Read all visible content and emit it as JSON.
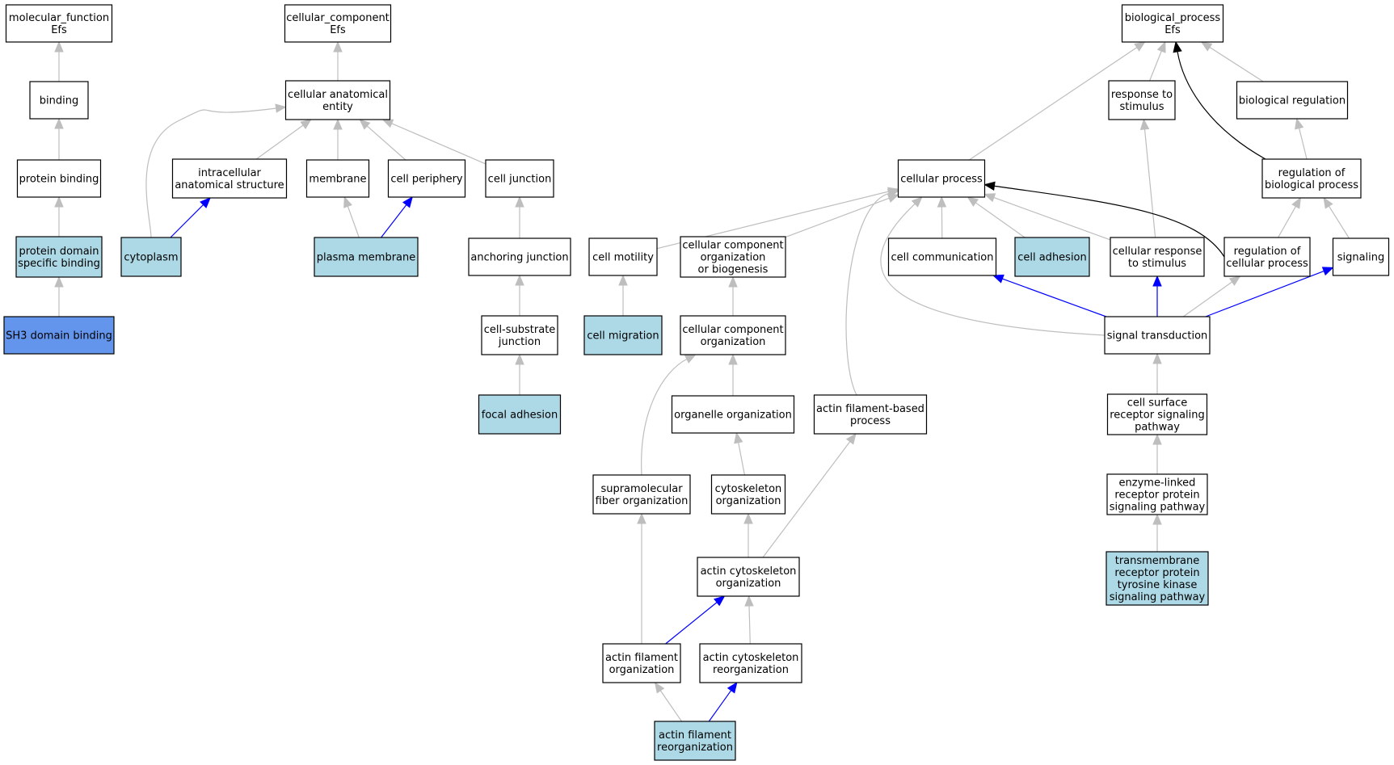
{
  "colors": {
    "default_fill": "#ffffff",
    "highlight_fill": "#add8e6",
    "query_fill": "#6495ed",
    "is_a_edge": "#bebebe",
    "part_of_edge": "#0000ff",
    "regulates_edge": "#000000"
  },
  "nodes": [
    {
      "id": "molecular_function",
      "lines": [
        "molecular_function",
        "Efs"
      ],
      "style": "default"
    },
    {
      "id": "binding",
      "lines": [
        "binding"
      ],
      "style": "default"
    },
    {
      "id": "protein_binding",
      "lines": [
        "protein binding"
      ],
      "style": "default"
    },
    {
      "id": "protein_domain_specific_binding",
      "lines": [
        "protein domain",
        "specific binding"
      ],
      "style": "highlight"
    },
    {
      "id": "sh3_domain_binding",
      "lines": [
        "SH3 domain binding"
      ],
      "style": "query"
    },
    {
      "id": "cellular_component",
      "lines": [
        "cellular_component",
        "Efs"
      ],
      "style": "default"
    },
    {
      "id": "cellular_anatomical_entity",
      "lines": [
        "cellular anatomical",
        "entity"
      ],
      "style": "default"
    },
    {
      "id": "intracellular_anatomical_structure",
      "lines": [
        "intracellular",
        "anatomical structure"
      ],
      "style": "default"
    },
    {
      "id": "membrane",
      "lines": [
        "membrane"
      ],
      "style": "default"
    },
    {
      "id": "cell_periphery",
      "lines": [
        "cell periphery"
      ],
      "style": "default"
    },
    {
      "id": "cell_junction",
      "lines": [
        "cell junction"
      ],
      "style": "default"
    },
    {
      "id": "cytoplasm",
      "lines": [
        "cytoplasm"
      ],
      "style": "highlight"
    },
    {
      "id": "plasma_membrane",
      "lines": [
        "plasma membrane"
      ],
      "style": "highlight"
    },
    {
      "id": "anchoring_junction",
      "lines": [
        "anchoring junction"
      ],
      "style": "default"
    },
    {
      "id": "cell_substrate_junction",
      "lines": [
        "cell-substrate",
        "junction"
      ],
      "style": "default"
    },
    {
      "id": "focal_adhesion",
      "lines": [
        "focal adhesion"
      ],
      "style": "highlight"
    },
    {
      "id": "biological_process",
      "lines": [
        "biological_process",
        "Efs"
      ],
      "style": "default"
    },
    {
      "id": "response_to_stimulus",
      "lines": [
        "response to",
        "stimulus"
      ],
      "style": "default"
    },
    {
      "id": "biological_regulation",
      "lines": [
        "biological regulation"
      ],
      "style": "default"
    },
    {
      "id": "cellular_process",
      "lines": [
        "cellular process"
      ],
      "style": "default"
    },
    {
      "id": "regulation_of_biological_process",
      "lines": [
        "regulation of",
        "biological process"
      ],
      "style": "default"
    },
    {
      "id": "cell_motility",
      "lines": [
        "cell motility"
      ],
      "style": "default"
    },
    {
      "id": "cellular_component_organization_or_biogenesis",
      "lines": [
        "cellular component",
        "organization",
        "or biogenesis"
      ],
      "style": "default"
    },
    {
      "id": "cell_communication",
      "lines": [
        "cell communication"
      ],
      "style": "default"
    },
    {
      "id": "cell_adhesion",
      "lines": [
        "cell adhesion"
      ],
      "style": "highlight"
    },
    {
      "id": "cellular_response_to_stimulus",
      "lines": [
        "cellular response",
        "to stimulus"
      ],
      "style": "default"
    },
    {
      "id": "regulation_of_cellular_process",
      "lines": [
        "regulation of",
        "cellular process"
      ],
      "style": "default"
    },
    {
      "id": "signaling",
      "lines": [
        "signaling"
      ],
      "style": "default"
    },
    {
      "id": "cell_migration",
      "lines": [
        "cell migration"
      ],
      "style": "highlight"
    },
    {
      "id": "cellular_component_organization",
      "lines": [
        "cellular component",
        "organization"
      ],
      "style": "default"
    },
    {
      "id": "signal_transduction",
      "lines": [
        "signal transduction"
      ],
      "style": "default"
    },
    {
      "id": "organelle_organization",
      "lines": [
        "organelle organization"
      ],
      "style": "default"
    },
    {
      "id": "actin_filament_based_process",
      "lines": [
        "actin filament-based",
        "process"
      ],
      "style": "default"
    },
    {
      "id": "cell_surface_receptor_signaling_pathway",
      "lines": [
        "cell surface",
        "receptor signaling",
        "pathway"
      ],
      "style": "default"
    },
    {
      "id": "supramolecular_fiber_organization",
      "lines": [
        "supramolecular",
        "fiber organization"
      ],
      "style": "default"
    },
    {
      "id": "cytoskeleton_organization",
      "lines": [
        "cytoskeleton",
        "organization"
      ],
      "style": "default"
    },
    {
      "id": "enzyme_linked_receptor_protein_signaling_pathway",
      "lines": [
        "enzyme-linked",
        "receptor protein",
        "signaling pathway"
      ],
      "style": "default"
    },
    {
      "id": "actin_cytoskeleton_organization",
      "lines": [
        "actin cytoskeleton",
        "organization"
      ],
      "style": "default"
    },
    {
      "id": "transmembrane_receptor_protein_tyrosine_kinase_signaling_pathway",
      "lines": [
        "transmembrane",
        "receptor protein",
        "tyrosine kinase",
        "signaling pathway"
      ],
      "style": "highlight"
    },
    {
      "id": "actin_filament_organization",
      "lines": [
        "actin filament",
        "organization"
      ],
      "style": "default"
    },
    {
      "id": "actin_cytoskeleton_reorganization",
      "lines": [
        "actin cytoskeleton",
        "reorganization"
      ],
      "style": "default"
    },
    {
      "id": "actin_filament_reorganization",
      "lines": [
        "actin filament",
        "reorganization"
      ],
      "style": "highlight"
    }
  ],
  "edges": [
    {
      "from": "binding",
      "to": "molecular_function",
      "type": "is_a"
    },
    {
      "from": "protein_binding",
      "to": "binding",
      "type": "is_a"
    },
    {
      "from": "protein_domain_specific_binding",
      "to": "protein_binding",
      "type": "is_a"
    },
    {
      "from": "sh3_domain_binding",
      "to": "protein_domain_specific_binding",
      "type": "is_a"
    },
    {
      "from": "cellular_anatomical_entity",
      "to": "cellular_component",
      "type": "is_a"
    },
    {
      "from": "intracellular_anatomical_structure",
      "to": "cellular_anatomical_entity",
      "type": "is_a"
    },
    {
      "from": "membrane",
      "to": "cellular_anatomical_entity",
      "type": "is_a"
    },
    {
      "from": "cell_periphery",
      "to": "cellular_anatomical_entity",
      "type": "is_a"
    },
    {
      "from": "cell_junction",
      "to": "cellular_anatomical_entity",
      "type": "is_a"
    },
    {
      "from": "cytoplasm",
      "to": "cellular_anatomical_entity",
      "type": "is_a"
    },
    {
      "from": "cytoplasm",
      "to": "intracellular_anatomical_structure",
      "type": "part_of"
    },
    {
      "from": "plasma_membrane",
      "to": "membrane",
      "type": "is_a"
    },
    {
      "from": "plasma_membrane",
      "to": "cell_periphery",
      "type": "part_of"
    },
    {
      "from": "anchoring_junction",
      "to": "cell_junction",
      "type": "is_a"
    },
    {
      "from": "cell_substrate_junction",
      "to": "anchoring_junction",
      "type": "is_a"
    },
    {
      "from": "focal_adhesion",
      "to": "cell_substrate_junction",
      "type": "is_a"
    },
    {
      "from": "response_to_stimulus",
      "to": "biological_process",
      "type": "is_a"
    },
    {
      "from": "biological_regulation",
      "to": "biological_process",
      "type": "is_a"
    },
    {
      "from": "cellular_process",
      "to": "biological_process",
      "type": "is_a"
    },
    {
      "from": "regulation_of_biological_process",
      "to": "biological_process",
      "type": "regulates"
    },
    {
      "from": "regulation_of_biological_process",
      "to": "biological_regulation",
      "type": "is_a"
    },
    {
      "from": "cell_motility",
      "to": "cellular_process",
      "type": "is_a"
    },
    {
      "from": "cellular_component_organization_or_biogenesis",
      "to": "cellular_process",
      "type": "is_a"
    },
    {
      "from": "cell_communication",
      "to": "cellular_process",
      "type": "is_a"
    },
    {
      "from": "cell_adhesion",
      "to": "cellular_process",
      "type": "is_a"
    },
    {
      "from": "cellular_response_to_stimulus",
      "to": "cellular_process",
      "type": "is_a"
    },
    {
      "from": "cellular_response_to_stimulus",
      "to": "response_to_stimulus",
      "type": "is_a"
    },
    {
      "from": "regulation_of_cellular_process",
      "to": "cellular_process",
      "type": "regulates"
    },
    {
      "from": "regulation_of_cellular_process",
      "to": "regulation_of_biological_process",
      "type": "is_a"
    },
    {
      "from": "signaling",
      "to": "regulation_of_biological_process",
      "type": "is_a"
    },
    {
      "from": "cell_migration",
      "to": "cell_motility",
      "type": "is_a"
    },
    {
      "from": "cellular_component_organization",
      "to": "cellular_component_organization_or_biogenesis",
      "type": "is_a"
    },
    {
      "from": "signal_transduction",
      "to": "cellular_process",
      "type": "is_a"
    },
    {
      "from": "signal_transduction",
      "to": "cell_communication",
      "type": "part_of"
    },
    {
      "from": "signal_transduction",
      "to": "cellular_response_to_stimulus",
      "type": "part_of"
    },
    {
      "from": "signal_transduction",
      "to": "regulation_of_cellular_process",
      "type": "is_a"
    },
    {
      "from": "signal_transduction",
      "to": "signaling",
      "type": "part_of"
    },
    {
      "from": "organelle_organization",
      "to": "cellular_component_organization",
      "type": "is_a"
    },
    {
      "from": "actin_filament_based_process",
      "to": "cellular_process",
      "type": "is_a"
    },
    {
      "from": "cell_surface_receptor_signaling_pathway",
      "to": "signal_transduction",
      "type": "is_a"
    },
    {
      "from": "supramolecular_fiber_organization",
      "to": "cellular_component_organization",
      "type": "is_a"
    },
    {
      "from": "cytoskeleton_organization",
      "to": "organelle_organization",
      "type": "is_a"
    },
    {
      "from": "enzyme_linked_receptor_protein_signaling_pathway",
      "to": "cell_surface_receptor_signaling_pathway",
      "type": "is_a"
    },
    {
      "from": "actin_cytoskeleton_organization",
      "to": "cytoskeleton_organization",
      "type": "is_a"
    },
    {
      "from": "actin_cytoskeleton_organization",
      "to": "actin_filament_based_process",
      "type": "is_a"
    },
    {
      "from": "transmembrane_receptor_protein_tyrosine_kinase_signaling_pathway",
      "to": "enzyme_linked_receptor_protein_signaling_pathway",
      "type": "is_a"
    },
    {
      "from": "actin_filament_organization",
      "to": "supramolecular_fiber_organization",
      "type": "is_a"
    },
    {
      "from": "actin_filament_organization",
      "to": "actin_cytoskeleton_organization",
      "type": "part_of"
    },
    {
      "from": "actin_cytoskeleton_reorganization",
      "to": "actin_cytoskeleton_organization",
      "type": "is_a"
    },
    {
      "from": "actin_filament_reorganization",
      "to": "actin_filament_organization",
      "type": "is_a"
    },
    {
      "from": "actin_filament_reorganization",
      "to": "actin_cytoskeleton_reorganization",
      "type": "part_of"
    }
  ]
}
